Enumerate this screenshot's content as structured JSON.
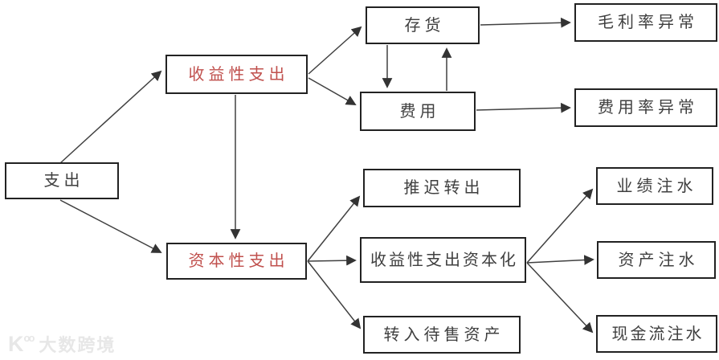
{
  "colors": {
    "accent_red": "#C0504D",
    "text_dark": "#3f3f3f",
    "line": "#404040",
    "border": "#222222",
    "watermark": "#e7e7e7"
  },
  "nodes": {
    "expenditure": {
      "label": "支出"
    },
    "revenue_expenditure": {
      "label": "收益性支出"
    },
    "capital_expenditure": {
      "label": "资本性支出"
    },
    "inventory": {
      "label": "存货"
    },
    "expense": {
      "label": "费用"
    },
    "gross_margin_anomaly": {
      "label": "毛利率异常"
    },
    "expense_ratio_anomaly": {
      "label": "费用率异常"
    },
    "defer_transfer_out": {
      "label": "推迟转出"
    },
    "revenue_exp_capitalized": {
      "label": "收益性支出资本化"
    },
    "transfer_held_for_sale": {
      "label": "转入待售资产"
    },
    "performance_inflated": {
      "label": "业绩注水"
    },
    "assets_inflated": {
      "label": "资产注水"
    },
    "cashflow_inflated": {
      "label": "现金流注水"
    }
  },
  "edges": [
    {
      "from": "expenditure",
      "to": "revenue_expenditure"
    },
    {
      "from": "expenditure",
      "to": "capital_expenditure"
    },
    {
      "from": "revenue_expenditure",
      "to": "inventory"
    },
    {
      "from": "revenue_expenditure",
      "to": "expense"
    },
    {
      "from": "revenue_expenditure",
      "to": "capital_expenditure"
    },
    {
      "from": "inventory",
      "to": "expense"
    },
    {
      "from": "expense",
      "to": "inventory"
    },
    {
      "from": "inventory",
      "to": "gross_margin_anomaly"
    },
    {
      "from": "expense",
      "to": "expense_ratio_anomaly"
    },
    {
      "from": "capital_expenditure",
      "to": "defer_transfer_out"
    },
    {
      "from": "capital_expenditure",
      "to": "revenue_exp_capitalized"
    },
    {
      "from": "capital_expenditure",
      "to": "transfer_held_for_sale"
    },
    {
      "from": "revenue_exp_capitalized",
      "to": "performance_inflated"
    },
    {
      "from": "revenue_exp_capitalized",
      "to": "assets_inflated"
    },
    {
      "from": "revenue_exp_capitalized",
      "to": "cashflow_inflated"
    }
  ],
  "watermark": {
    "logo": "K",
    "logo_sup": "oo",
    "text": "大数跨境"
  }
}
